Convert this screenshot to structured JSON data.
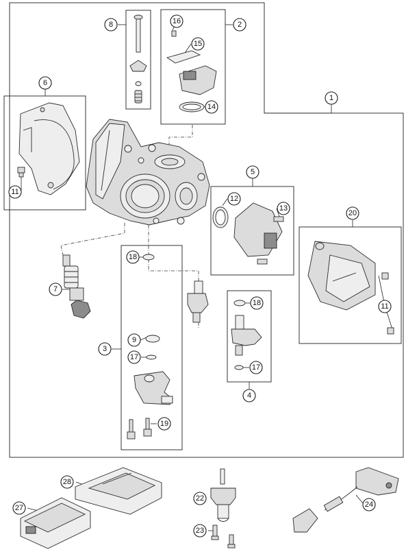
{
  "callouts": {
    "c1": "1",
    "c2": "2",
    "c3": "3",
    "c4": "4",
    "c5": "5",
    "c6": "6",
    "c7": "7",
    "c8": "8",
    "c9": "9",
    "c11a": "11",
    "c11b": "11",
    "c12": "12",
    "c13": "13",
    "c14": "14",
    "c15": "15",
    "c16": "16",
    "c17a": "17",
    "c17b": "17",
    "c18a": "18",
    "c18b": "18",
    "c19": "19",
    "c20": "20",
    "c22": "22",
    "c23": "23",
    "c24": "24",
    "c27": "27",
    "c28": "28"
  },
  "colors": {
    "line": "#222222",
    "part_fill": "#dcdcdc",
    "background": "#ffffff"
  }
}
